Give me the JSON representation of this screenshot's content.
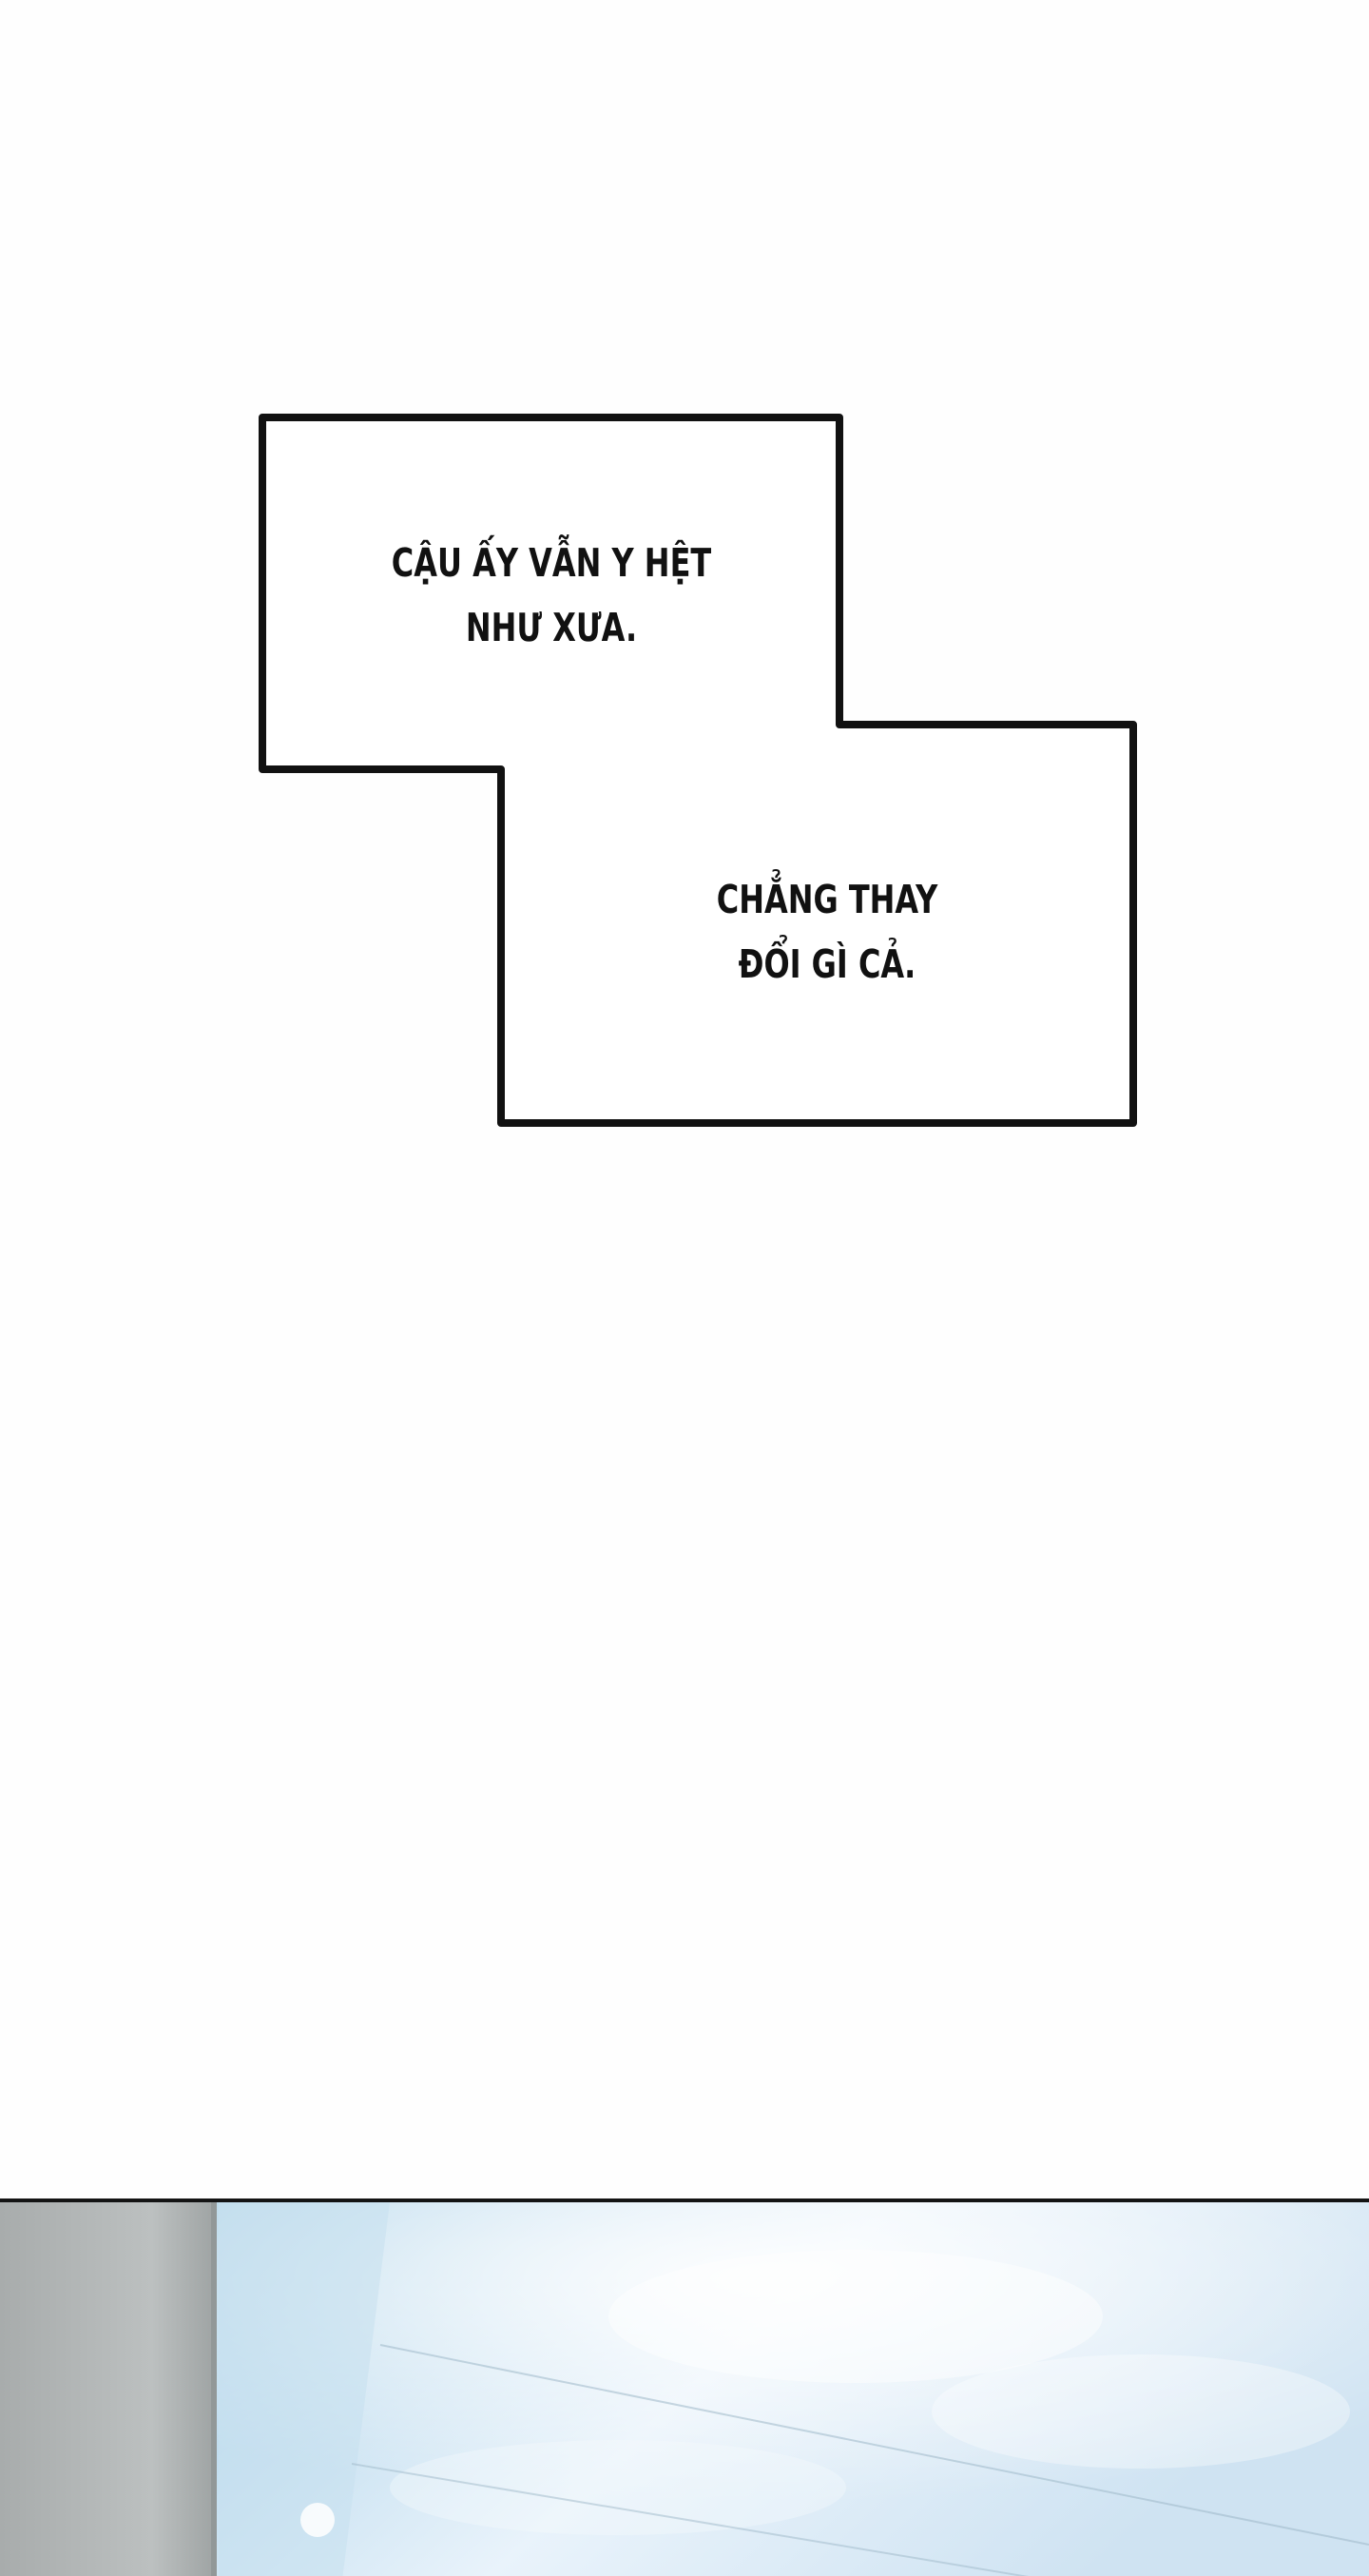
{
  "captions": [
    {
      "lines": [
        "CẬU ẤY VẪN Y HỆT",
        "NHƯ XƯA."
      ]
    },
    {
      "lines": [
        "CHẲNG THAY",
        "ĐỔI GÌ CẢ."
      ]
    }
  ],
  "colors": {
    "background": "#fefefe",
    "ink": "#111111",
    "panel_border": "#141414",
    "wall_gray": "#b4b8b8",
    "sky_blue": "#a9cde3",
    "sky_light": "#e8f2fa"
  }
}
